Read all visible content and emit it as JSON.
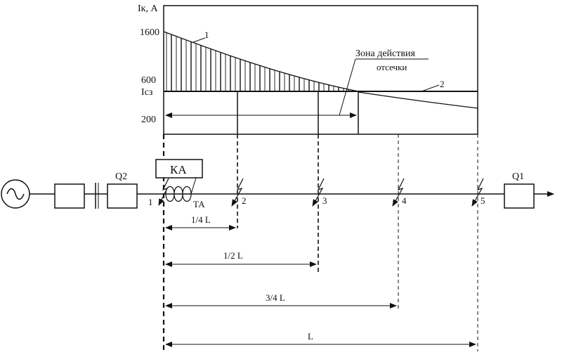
{
  "graph": {
    "y_axis_label": "Iк, А",
    "ticks": [
      "1600",
      "600",
      "Icз",
      "200"
    ],
    "curve_labels": [
      "1",
      "2"
    ],
    "zone_label_line1": "Зона действия",
    "zone_label_line2": "отсечки"
  },
  "circuit": {
    "relay_label": "КА",
    "breaker_left_label": "Q2",
    "breaker_right_label": "Q1",
    "ct_label": "ТА",
    "fault_points": [
      "1",
      "2",
      "3",
      "4",
      "5"
    ]
  },
  "dimensions": [
    "1/4 L",
    "1/2 L",
    "3/4 L",
    "L"
  ],
  "icons": [
    "generator-icon",
    "current-transformer-icon",
    "fault-arrow-icon",
    "arrow-head-icon"
  ]
}
